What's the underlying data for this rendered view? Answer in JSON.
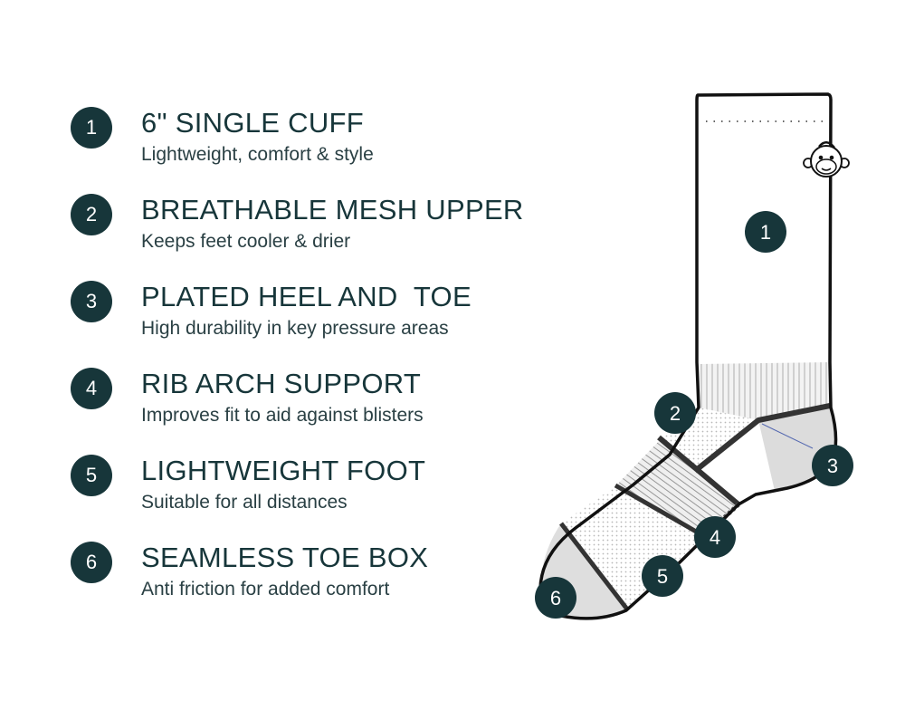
{
  "colors": {
    "badge": "#17363a",
    "text": "#17363a",
    "sock_outline": "#111111",
    "sock_fill_grey": "#dedede"
  },
  "features": [
    {
      "number": "1",
      "title": "6\" SINGLE CUFF",
      "desc": "Lightweight, comfort & style"
    },
    {
      "number": "2",
      "title": "BREATHABLE MESH UPPER",
      "desc": "Keeps feet cooler & drier"
    },
    {
      "number": "3",
      "title": "PLATED HEEL AND  TOE",
      "desc": "High durability in key pressure areas"
    },
    {
      "number": "4",
      "title": "RIB ARCH SUPPORT",
      "desc": "Improves fit to aid against blisters"
    },
    {
      "number": "5",
      "title": "LIGHTWEIGHT FOOT",
      "desc": "Suitable for all distances"
    },
    {
      "number": "6",
      "title": "SEAMLESS TOE BOX",
      "desc": "Anti friction for added comfort"
    }
  ],
  "callouts": [
    "1",
    "2",
    "3",
    "4",
    "5",
    "6"
  ],
  "logo": "monkey-logo"
}
